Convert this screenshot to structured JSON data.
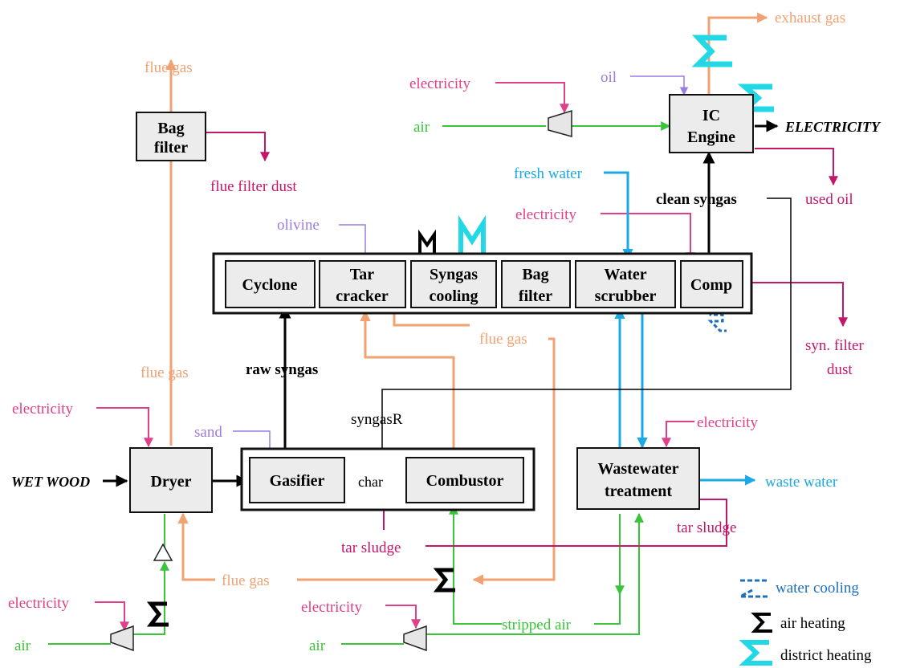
{
  "blocks": {
    "bag_filter_top": [
      "Bag",
      "filter"
    ],
    "dryer": "Dryer",
    "gasifier": "Gasifier",
    "combustor": "Combustor",
    "cyclone": "Cyclone",
    "tar_cracker": [
      "Tar",
      "cracker"
    ],
    "syngas_cooling": [
      "Syngas",
      "cooling"
    ],
    "bag_filter_mid": [
      "Bag",
      "filter"
    ],
    "water_scrubber": [
      "Water",
      "scrubber"
    ],
    "comp": "Comp",
    "ic_engine": [
      "IC",
      "Engine"
    ],
    "wastewater": [
      "Wastewater",
      "treatment"
    ]
  },
  "labels": {
    "flue_gas_top": "flue gas",
    "flue_filter_dust": "flue filter dust",
    "flue_gas_dryer": "flue gas",
    "flue_gas_mid": "flue gas",
    "flue_gas_bottom": "flue gas",
    "electricity_dryer": "electricity",
    "electricity_air_left": "electricity",
    "electricity_air_mid": "electricity",
    "electricity_engine": "electricity",
    "electricity_comp": "electricity",
    "electricity_wwt": "electricity",
    "sand": "sand",
    "olivine": "olivine",
    "oil": "oil",
    "air_left": "air",
    "air_mid": "air",
    "air_engine": "air",
    "wet_wood": "WET WOOD",
    "raw_syngas": "raw syngas",
    "syngasR": "syngasR",
    "char": "char",
    "tar_sludge_left": "tar sludge",
    "tar_sludge_right": "tar sludge",
    "stripped_air": "stripped air",
    "fresh_water": "fresh water",
    "waste_water": "waste water",
    "clean_syngas": "clean syngas",
    "used_oil": "used oil",
    "syn_filter_dust_1": "syn. filter",
    "syn_filter_dust_2": "dust",
    "exhaust_gas": "exhaust gas",
    "electricity_out": "ELECTRICITY"
  },
  "legend": {
    "water_cooling": "water cooling",
    "air_heating": "air heating",
    "district_heating": "district heating"
  },
  "colors": {
    "electricity": "#e0408a",
    "air": "#39c43a",
    "flue_gas": "#f2a172",
    "water": "#1aa9e2",
    "reagent": "#9b7ce0",
    "waste": "#c4176a",
    "district_heating": "#22d8e6",
    "water_cooling": "#1f6fc0"
  }
}
